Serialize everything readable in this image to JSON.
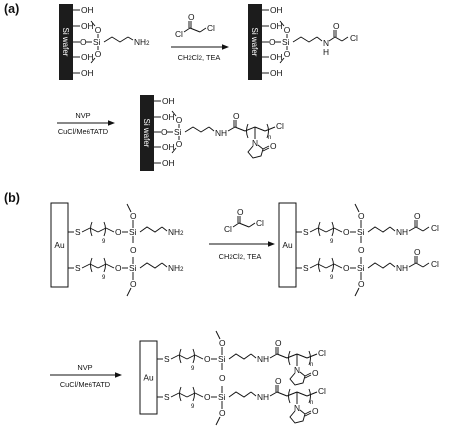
{
  "panel_a": {
    "label": "(a)",
    "substrate_label": "Si wafer",
    "surface_group": "OH",
    "step1": {
      "reagent_atoms": [
        "O",
        "Cl",
        "Cl"
      ],
      "conditions": "CH2Cl2, TEA"
    },
    "step2": {
      "reagent": "NVP",
      "catalyst": "CuCl/Me6TATD"
    }
  },
  "panel_b": {
    "label": "(b)",
    "substrate_label": "Au",
    "chain_repeat": "9",
    "polymer_repeat": "n",
    "step1": {
      "reagent_atoms": [
        "O",
        "Cl",
        "Cl"
      ],
      "conditions": "CH2Cl2, TEA"
    },
    "step2": {
      "reagent": "NVP",
      "catalyst": "CuCl/Me6TATD"
    }
  },
  "atoms": {
    "silicon": "Si",
    "oxygen": "O",
    "sulfur": "S",
    "nitrogen": "N",
    "chlorine": "Cl",
    "amine": "NH2",
    "amide": "NH"
  }
}
